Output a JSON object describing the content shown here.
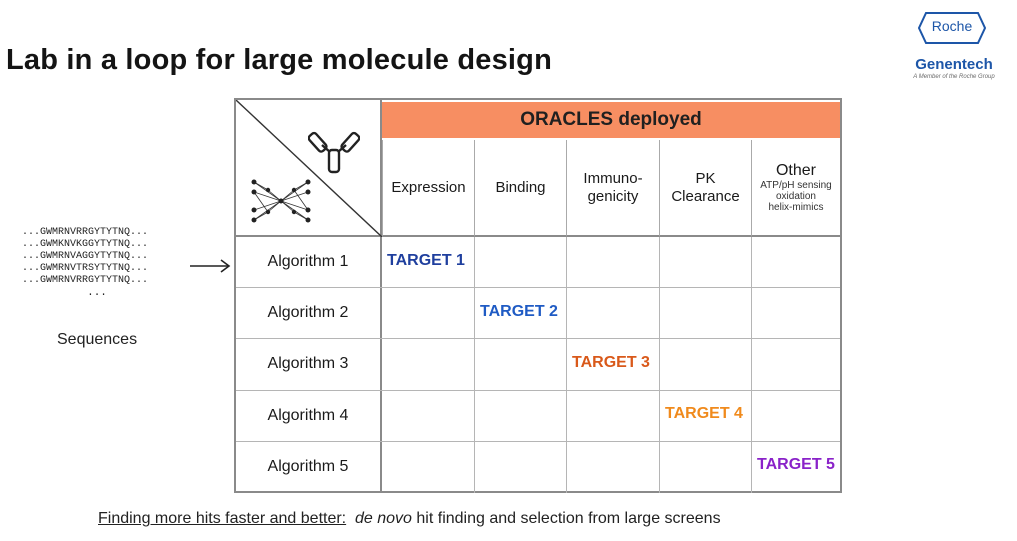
{
  "title": "Lab in a loop for large molecule design",
  "logo": {
    "hex_text": "Roche",
    "name": "Genentech",
    "tagline": "A Member of the Roche Group"
  },
  "sequences": {
    "lines": [
      "...GWMRNVRRGYTYTNQ...",
      "...GWMKNVKGGYTYTNQ...",
      "...GWMRNVAGGYTYTNQ...",
      "...GWMRNVTRSYTYTNQ...",
      "...GWMRNVRRGYTYTNQ..."
    ],
    "ellipsis": "...",
    "label": "Sequences"
  },
  "table": {
    "header": "ORACLES deployed",
    "columns": [
      {
        "label": "Expression",
        "sub": ""
      },
      {
        "label": "Binding",
        "sub": ""
      },
      {
        "label": "Immuno-\ngenicity",
        "sub": ""
      },
      {
        "label": "PK\nClearance",
        "sub": ""
      },
      {
        "label": "Other",
        "sub": "ATP/pH sensing\noxidation\nhelix-mimics"
      }
    ],
    "rows": [
      {
        "label": "Algorithm 1",
        "target": "TARGET 1",
        "target_col": 0,
        "color": "#1f3f9e"
      },
      {
        "label": "Algorithm 2",
        "target": "TARGET 2",
        "target_col": 1,
        "color": "#1f5bc4"
      },
      {
        "label": "Algorithm 3",
        "target": "TARGET 3",
        "target_col": 2,
        "color": "#d9591a"
      },
      {
        "label": "Algorithm 4",
        "target": "TARGET 4",
        "target_col": 3,
        "color": "#f08a1c"
      },
      {
        "label": "Algorithm 5",
        "target": "TARGET 5",
        "target_col": 4,
        "color": "#8a22c9"
      }
    ]
  },
  "footer": {
    "underlined": "Finding more hits faster and better:",
    "italic": "de novo",
    "rest": " hit finding and selection from large screens"
  },
  "colors": {
    "oracle_header": "#f78e62",
    "brand_blue": "#1d56a8"
  }
}
